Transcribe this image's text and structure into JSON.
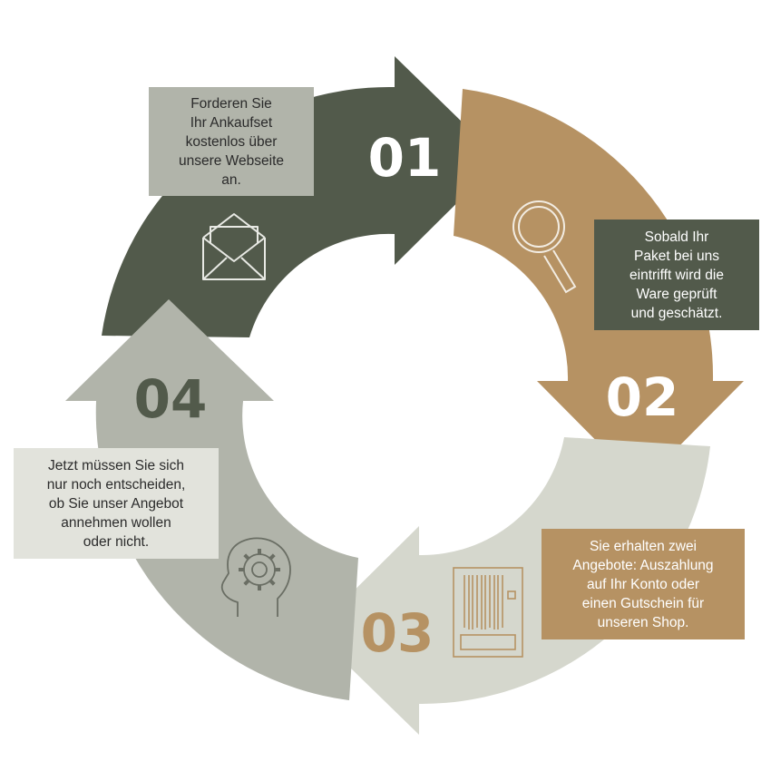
{
  "colors": {
    "step1": "#525a4b",
    "step2": "#b69263",
    "step3": "#d5d7cd",
    "step4": "#b1b4aa",
    "text_dark": "#2b2b2b",
    "text_light": "#ffffff"
  },
  "steps": [
    {
      "number": "01",
      "icon": "envelope-icon",
      "text": [
        "Forderen Sie",
        "Ihr Ankaufset",
        "kostenlos über",
        "unsere Webseite",
        "an."
      ]
    },
    {
      "number": "02",
      "icon": "magnifier-icon",
      "text": [
        "Sobald Ihr",
        "Paket bei uns",
        "eintrifft wird die",
        "Ware geprüft",
        "und geschätzt."
      ]
    },
    {
      "number": "03",
      "icon": "barcode-card-icon",
      "text": [
        "Sie erhalten zwei",
        "Angebote: Auszahlung",
        "auf Ihr Konto oder",
        "einen Gutschein für",
        "unseren Shop."
      ]
    },
    {
      "number": "04",
      "icon": "head-gear-icon",
      "text": [
        "Jetzt müssen Sie sich",
        "nur noch entscheiden,",
        "ob Sie unser Angebot",
        "annehmen wollen",
        "oder nicht."
      ]
    }
  ]
}
